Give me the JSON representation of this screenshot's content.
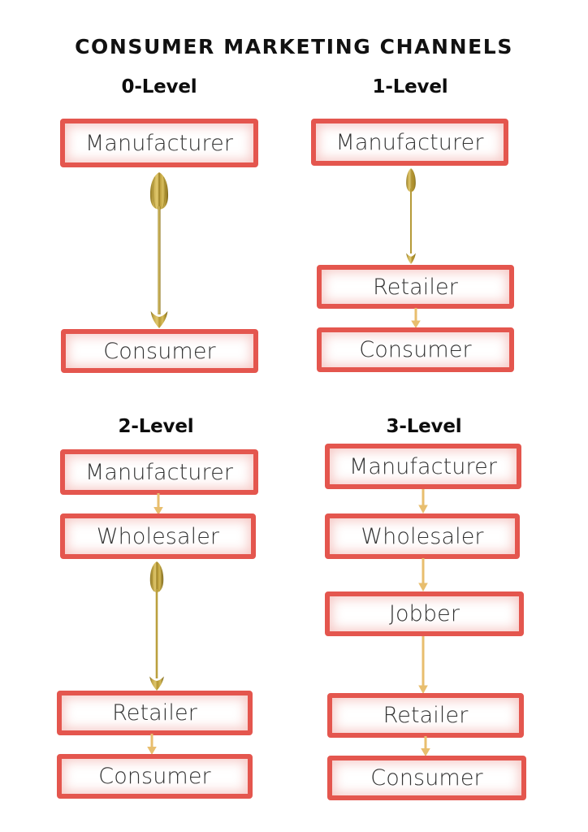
{
  "title": "CONSUMER MARKETING CHANNELS",
  "colors": {
    "box_border": "#e4564e",
    "box_glow": "#e87870",
    "box_fill": "#ffffff",
    "label_text": "#333333",
    "heading_text": "#0d0d0d",
    "arrow_simple": "#e8be6e",
    "arrow_ornate_light": "#d8bd5e",
    "arrow_ornate_dark": "#8a7220",
    "background": "#ffffff"
  },
  "columns": [
    {
      "id": "level-0",
      "heading": "0-Level",
      "nodes": [
        {
          "label": "Manufacturer"
        },
        {
          "label": "Consumer"
        }
      ],
      "connectors": [
        {
          "from": "Manufacturer",
          "to": "Consumer",
          "style": "ornate",
          "direction": "down"
        }
      ]
    },
    {
      "id": "level-1",
      "heading": "1-Level",
      "nodes": [
        {
          "label": "Manufacturer"
        },
        {
          "label": "Retailer"
        },
        {
          "label": "Consumer"
        }
      ],
      "connectors": [
        {
          "from": "Manufacturer",
          "to": "Retailer",
          "style": "ornate",
          "direction": "down"
        },
        {
          "from": "Retailer",
          "to": "Consumer",
          "style": "simple",
          "direction": "down"
        }
      ]
    },
    {
      "id": "level-2",
      "heading": "2-Level",
      "nodes": [
        {
          "label": "Manufacturer"
        },
        {
          "label": "Wholesaler"
        },
        {
          "label": "Retailer"
        },
        {
          "label": "Consumer"
        }
      ],
      "connectors": [
        {
          "from": "Manufacturer",
          "to": "Wholesaler",
          "style": "simple",
          "direction": "down"
        },
        {
          "from": "Wholesaler",
          "to": "Retailer",
          "style": "ornate",
          "direction": "down"
        },
        {
          "from": "Retailer",
          "to": "Consumer",
          "style": "simple",
          "direction": "down"
        }
      ]
    },
    {
      "id": "level-3",
      "heading": "3-Level",
      "nodes": [
        {
          "label": "Manufacturer"
        },
        {
          "label": "Wholesaler"
        },
        {
          "label": "Jobber"
        },
        {
          "label": "Retailer"
        },
        {
          "label": "Consumer"
        }
      ],
      "connectors": [
        {
          "from": "Manufacturer",
          "to": "Wholesaler",
          "style": "simple",
          "direction": "down"
        },
        {
          "from": "Wholesaler",
          "to": "Jobber",
          "style": "simple",
          "direction": "down"
        },
        {
          "from": "Jobber",
          "to": "Retailer",
          "style": "simple",
          "direction": "down"
        },
        {
          "from": "Retailer",
          "to": "Consumer",
          "style": "simple",
          "direction": "down"
        }
      ]
    }
  ]
}
